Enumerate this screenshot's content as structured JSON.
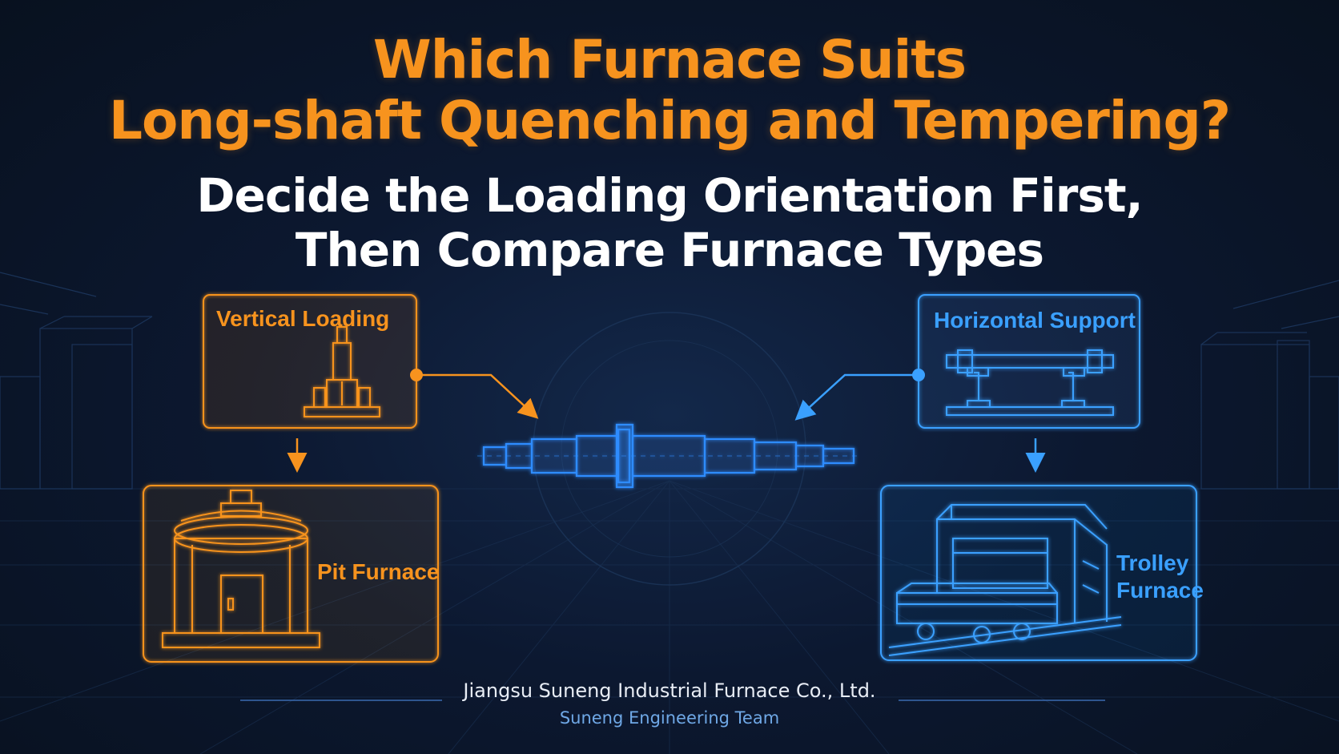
{
  "title": {
    "line1": "Which Furnace Suits",
    "line2": "Long-shaft Quenching and Tempering?"
  },
  "subtitle": {
    "line1": "Decide the Loading Orientation First,",
    "line2": "Then Compare Furnace Types"
  },
  "options": {
    "vertical": {
      "label": "Vertical Loading",
      "result": "Pit Furnace",
      "color": "#f7931e"
    },
    "horizontal": {
      "label": "Horizontal Support",
      "result_line1": "Trolley",
      "result_line2": "Furnace",
      "color": "#3aa0ff"
    }
  },
  "footer": {
    "company": "Jiangsu Suneng Industrial Furnace Co., Ltd.",
    "team": "Suneng Engineering Team"
  },
  "icons": [
    "vertical-shaft-icon",
    "horizontal-support-icon",
    "long-shaft-icon",
    "pit-furnace-icon",
    "trolley-furnace-icon"
  ]
}
